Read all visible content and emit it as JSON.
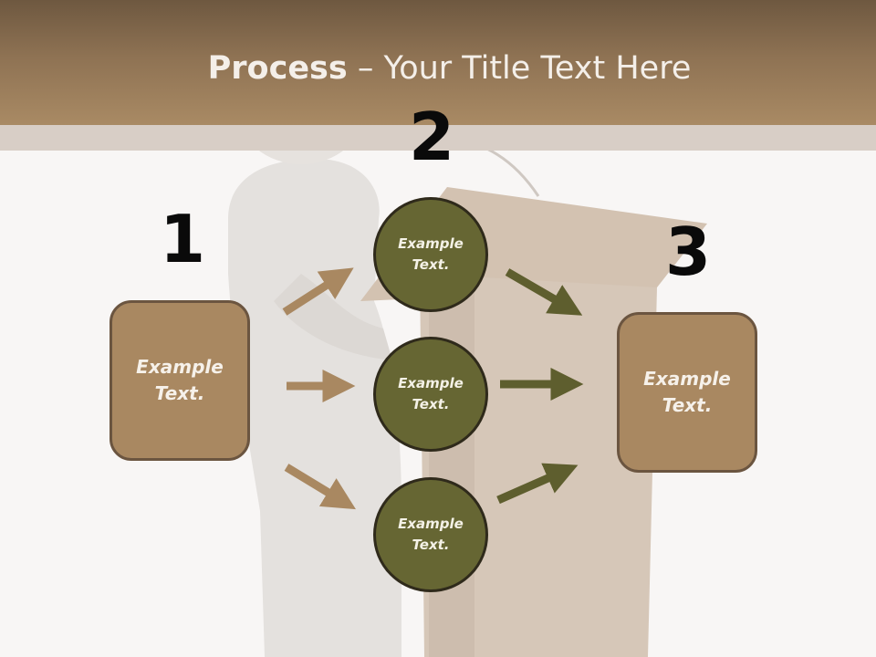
{
  "title": {
    "bold": "Process",
    "rest": " – Your Title Text Here"
  },
  "steps": {
    "one": "1",
    "two": "2",
    "three": "3"
  },
  "left_box": {
    "line1": "Example",
    "line2": "Text."
  },
  "right_box": {
    "line1": "Example",
    "line2": "Text."
  },
  "circles": [
    {
      "line1": "Example",
      "line2": "Text."
    },
    {
      "line1": "Example",
      "line2": "Text."
    },
    {
      "line1": "Example",
      "line2": "Text."
    }
  ],
  "colors": {
    "header": "#a98a64",
    "box": "#a98861",
    "circle": "#666633",
    "arrow_in": "#a98861",
    "arrow_out": "#5e5e2e"
  }
}
